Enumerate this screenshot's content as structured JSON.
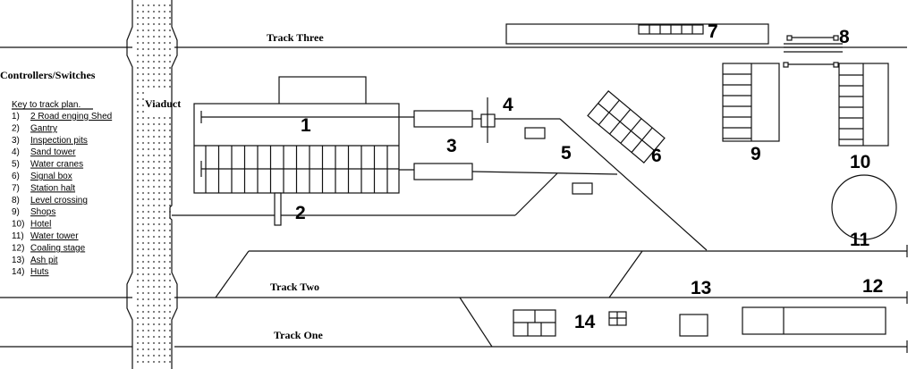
{
  "tracks": {
    "track_three": "Track Three",
    "track_two": "Track Two",
    "track_one": "Track One"
  },
  "controllers_heading": "Controllers/Switches",
  "viaduct_label": "Viaduct",
  "key": {
    "heading": "Key to track plan.",
    "items": [
      {
        "num": "1)",
        "label": "2 Road enging Shed"
      },
      {
        "num": "2)",
        "label": "Gantry"
      },
      {
        "num": "3)",
        "label": "Inspection pits"
      },
      {
        "num": "4)",
        "label": "Sand tower"
      },
      {
        "num": "5)",
        "label": "Water cranes"
      },
      {
        "num": "6)",
        "label": "Signal box"
      },
      {
        "num": "7)",
        "label": "Station halt"
      },
      {
        "num": "8)",
        "label": "Level crossing"
      },
      {
        "num": "9)",
        "label": "Shops"
      },
      {
        "num": "10)",
        "label": "Hotel"
      },
      {
        "num": "11)",
        "label": "Water tower"
      },
      {
        "num": "12)",
        "label": "Coaling stage"
      },
      {
        "num": "13)",
        "label": "Ash pit"
      },
      {
        "num": "14)",
        "label": "Huts"
      }
    ]
  },
  "markers": {
    "m1": "1",
    "m2": "2",
    "m3": "3",
    "m4": "4",
    "m5": "5",
    "m6": "6",
    "m7": "7",
    "m8": "8",
    "m9": "9",
    "m10": "10",
    "m11": "11",
    "m12": "12",
    "m13": "13",
    "m14": "14"
  }
}
